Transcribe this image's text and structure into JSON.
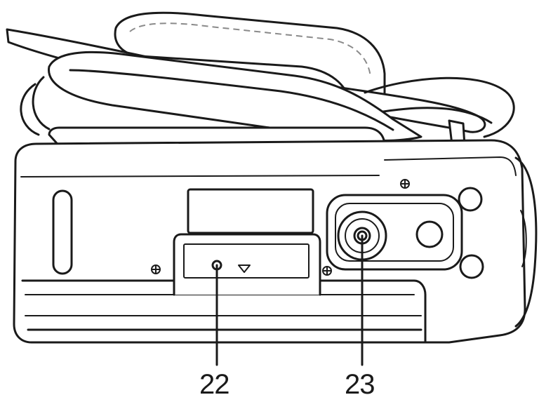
{
  "callouts": [
    {
      "id": "22",
      "label": "22"
    },
    {
      "id": "23",
      "label": "23"
    }
  ],
  "colors": {
    "line": "#1a1a1a",
    "stitching": "#8a8a8a",
    "background": "#ffffff"
  }
}
